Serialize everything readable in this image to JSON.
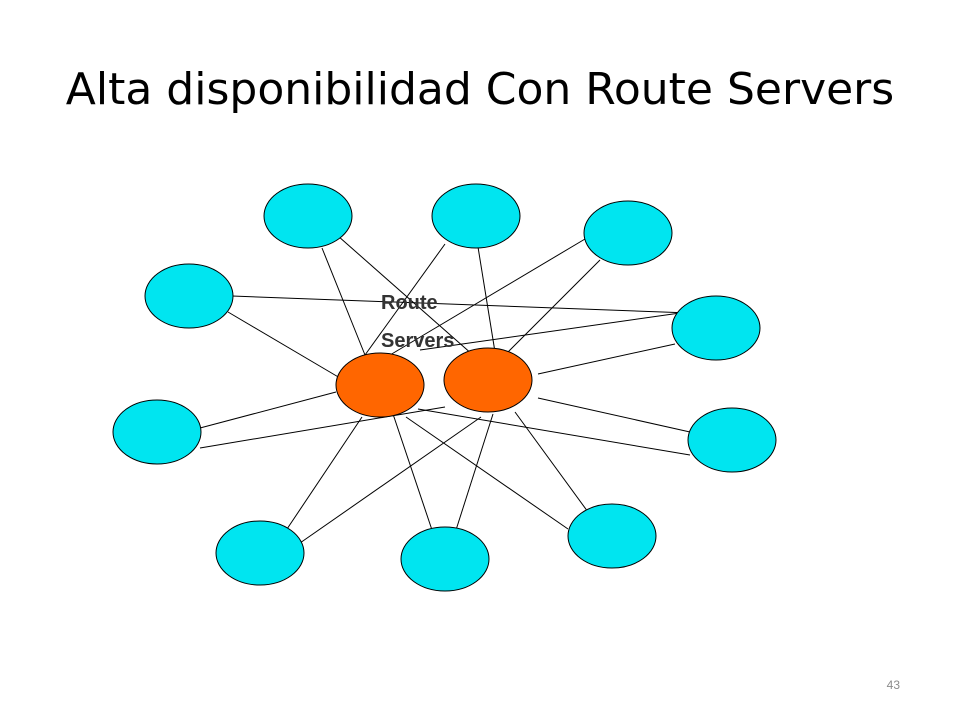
{
  "slide": {
    "title": "Alta disponibilidad Con Route Servers",
    "page_number": "43"
  },
  "diagram": {
    "label_line_1": "Route",
    "label_line_2": "Servers",
    "colors": {
      "peer_fill": "#00e5f0",
      "server_fill": "#ff6600",
      "stroke": "#000000",
      "label": "#333333"
    }
  }
}
